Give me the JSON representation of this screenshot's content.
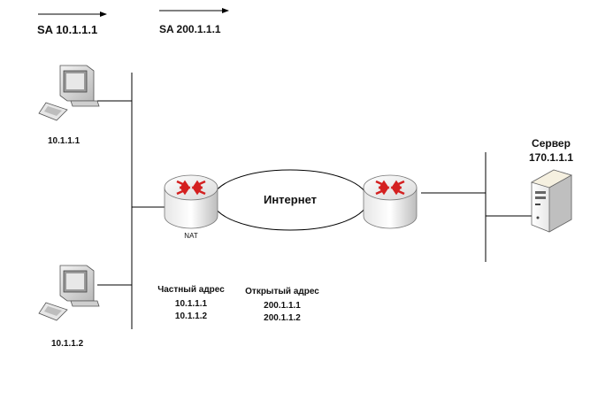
{
  "top_labels": {
    "sa_private": "SA 10.1.1.1",
    "sa_public": "SA 200.1.1.1"
  },
  "hosts": [
    {
      "ip": "10.1.1.1"
    },
    {
      "ip": "10.1.1.2"
    }
  ],
  "router_nat": {
    "label": "NAT"
  },
  "internet": {
    "label": "Интернет"
  },
  "server": {
    "title": "Сервер",
    "ip": "170.1.1.1"
  },
  "private_addresses": {
    "heading": "Частный адрес",
    "items": [
      "10.1.1.1",
      "10.1.1.2"
    ]
  },
  "public_addresses": {
    "heading": "Открытый адрес",
    "items": [
      "200.1.1.1",
      "200.1.1.2"
    ]
  },
  "colors": {
    "router_arrow": "#d42020",
    "line": "#000000"
  }
}
